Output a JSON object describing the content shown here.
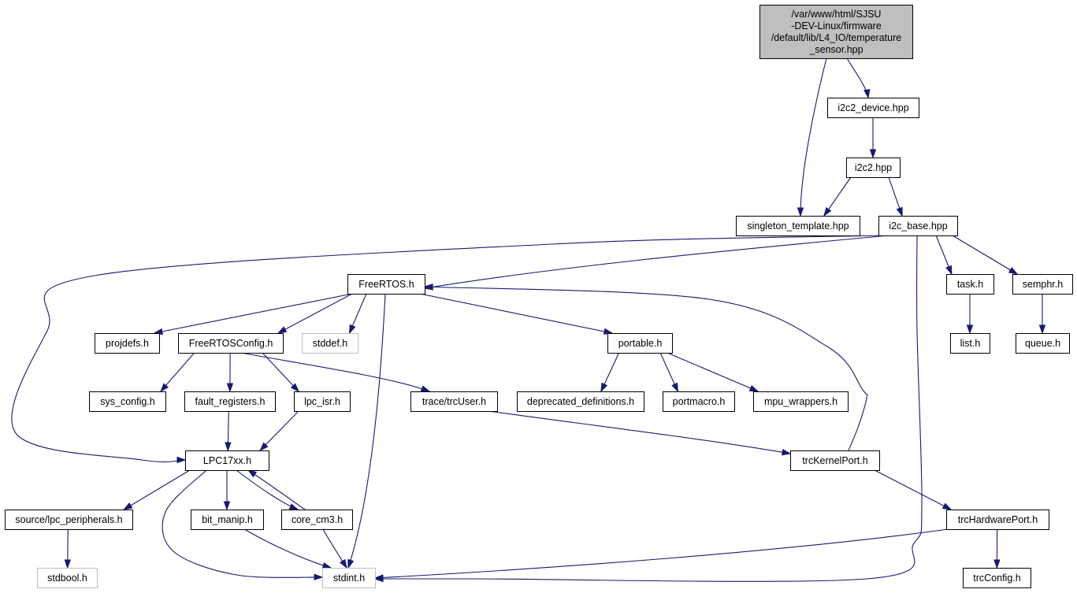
{
  "root": {
    "id": "root",
    "lines": [
      "/var/www/html/SJSU",
      "-DEV-Linux/firmware",
      "/default/lib/L4_IO/temperature",
      "_sensor.hpp"
    ]
  },
  "nodes": [
    {
      "id": "i2c2_device",
      "label": "i2c2_device.hpp",
      "style": "normal"
    },
    {
      "id": "i2c2",
      "label": "i2c2.hpp",
      "style": "normal"
    },
    {
      "id": "singleton",
      "label": "singleton_template.hpp",
      "style": "normal"
    },
    {
      "id": "i2c_base",
      "label": "i2c_base.hpp",
      "style": "normal"
    },
    {
      "id": "freertos",
      "label": "FreeRTOS.h",
      "style": "normal"
    },
    {
      "id": "task",
      "label": "task.h",
      "style": "normal"
    },
    {
      "id": "semphr",
      "label": "semphr.h",
      "style": "normal"
    },
    {
      "id": "projdefs",
      "label": "projdefs.h",
      "style": "normal"
    },
    {
      "id": "freertosconfig",
      "label": "FreeRTOSConfig.h",
      "style": "normal"
    },
    {
      "id": "stddef",
      "label": "stddef.h",
      "style": "missing"
    },
    {
      "id": "portable",
      "label": "portable.h",
      "style": "normal"
    },
    {
      "id": "list",
      "label": "list.h",
      "style": "normal"
    },
    {
      "id": "queue",
      "label": "queue.h",
      "style": "normal"
    },
    {
      "id": "sys_config",
      "label": "sys_config.h",
      "style": "normal"
    },
    {
      "id": "fault_registers",
      "label": "fault_registers.h",
      "style": "normal"
    },
    {
      "id": "lpc_isr",
      "label": "lpc_isr.h",
      "style": "normal"
    },
    {
      "id": "trcuser",
      "label": "trace/trcUser.h",
      "style": "normal"
    },
    {
      "id": "deprecated",
      "label": "deprecated_definitions.h",
      "style": "normal"
    },
    {
      "id": "portmacro",
      "label": "portmacro.h",
      "style": "normal"
    },
    {
      "id": "mpu_wrappers",
      "label": "mpu_wrappers.h",
      "style": "normal"
    },
    {
      "id": "lpc17xx",
      "label": "LPC17xx.h",
      "style": "normal"
    },
    {
      "id": "trckernelport",
      "label": "trcKernelPort.h",
      "style": "normal"
    },
    {
      "id": "lpc_peripherals",
      "label": "source/lpc_peripherals.h",
      "style": "normal"
    },
    {
      "id": "bit_manip",
      "label": "bit_manip.h",
      "style": "normal"
    },
    {
      "id": "core_cm3",
      "label": "core_cm3.h",
      "style": "normal"
    },
    {
      "id": "trchardwareport",
      "label": "trcHardwarePort.h",
      "style": "normal"
    },
    {
      "id": "stdbool",
      "label": "stdbool.h",
      "style": "missing"
    },
    {
      "id": "stdint",
      "label": "stdint.h",
      "style": "missing"
    },
    {
      "id": "trcconfig",
      "label": "trcConfig.h",
      "style": "normal"
    }
  ],
  "edges": [
    {
      "from": "root",
      "to": "i2c2_device"
    },
    {
      "from": "root",
      "to": "singleton"
    },
    {
      "from": "i2c2_device",
      "to": "i2c2"
    },
    {
      "from": "i2c2",
      "to": "singleton"
    },
    {
      "from": "i2c2",
      "to": "i2c_base"
    },
    {
      "from": "i2c_base",
      "to": "freertos"
    },
    {
      "from": "i2c_base",
      "to": "task"
    },
    {
      "from": "i2c_base",
      "to": "semphr"
    },
    {
      "from": "i2c_base",
      "to": "lpc17xx"
    },
    {
      "from": "i2c_base",
      "to": "stdint"
    },
    {
      "from": "freertos",
      "to": "projdefs"
    },
    {
      "from": "freertos",
      "to": "freertosconfig"
    },
    {
      "from": "freertos",
      "to": "stddef"
    },
    {
      "from": "freertos",
      "to": "portable"
    },
    {
      "from": "freertos",
      "to": "stdint"
    },
    {
      "from": "task",
      "to": "list"
    },
    {
      "from": "semphr",
      "to": "queue"
    },
    {
      "from": "freertosconfig",
      "to": "sys_config"
    },
    {
      "from": "freertosconfig",
      "to": "fault_registers"
    },
    {
      "from": "freertosconfig",
      "to": "lpc_isr"
    },
    {
      "from": "freertosconfig",
      "to": "trcuser"
    },
    {
      "from": "portable",
      "to": "deprecated"
    },
    {
      "from": "portable",
      "to": "portmacro"
    },
    {
      "from": "portable",
      "to": "mpu_wrappers"
    },
    {
      "from": "fault_registers",
      "to": "lpc17xx"
    },
    {
      "from": "lpc_isr",
      "to": "lpc17xx"
    },
    {
      "from": "trcuser",
      "to": "trckernelport"
    },
    {
      "from": "trckernelport",
      "to": "freertos"
    },
    {
      "from": "trckernelport",
      "to": "trchardwareport"
    },
    {
      "from": "lpc17xx",
      "to": "lpc_peripherals"
    },
    {
      "from": "lpc17xx",
      "to": "bit_manip"
    },
    {
      "from": "lpc17xx",
      "to": "core_cm3"
    },
    {
      "from": "lpc17xx",
      "to": "stdint"
    },
    {
      "from": "core_cm3",
      "to": "lpc17xx"
    },
    {
      "from": "core_cm3",
      "to": "stdint"
    },
    {
      "from": "bit_manip",
      "to": "stdint"
    },
    {
      "from": "lpc_peripherals",
      "to": "stdbool"
    },
    {
      "from": "trchardwareport",
      "to": "trcconfig"
    },
    {
      "from": "trchardwareport",
      "to": "stdint"
    }
  ]
}
